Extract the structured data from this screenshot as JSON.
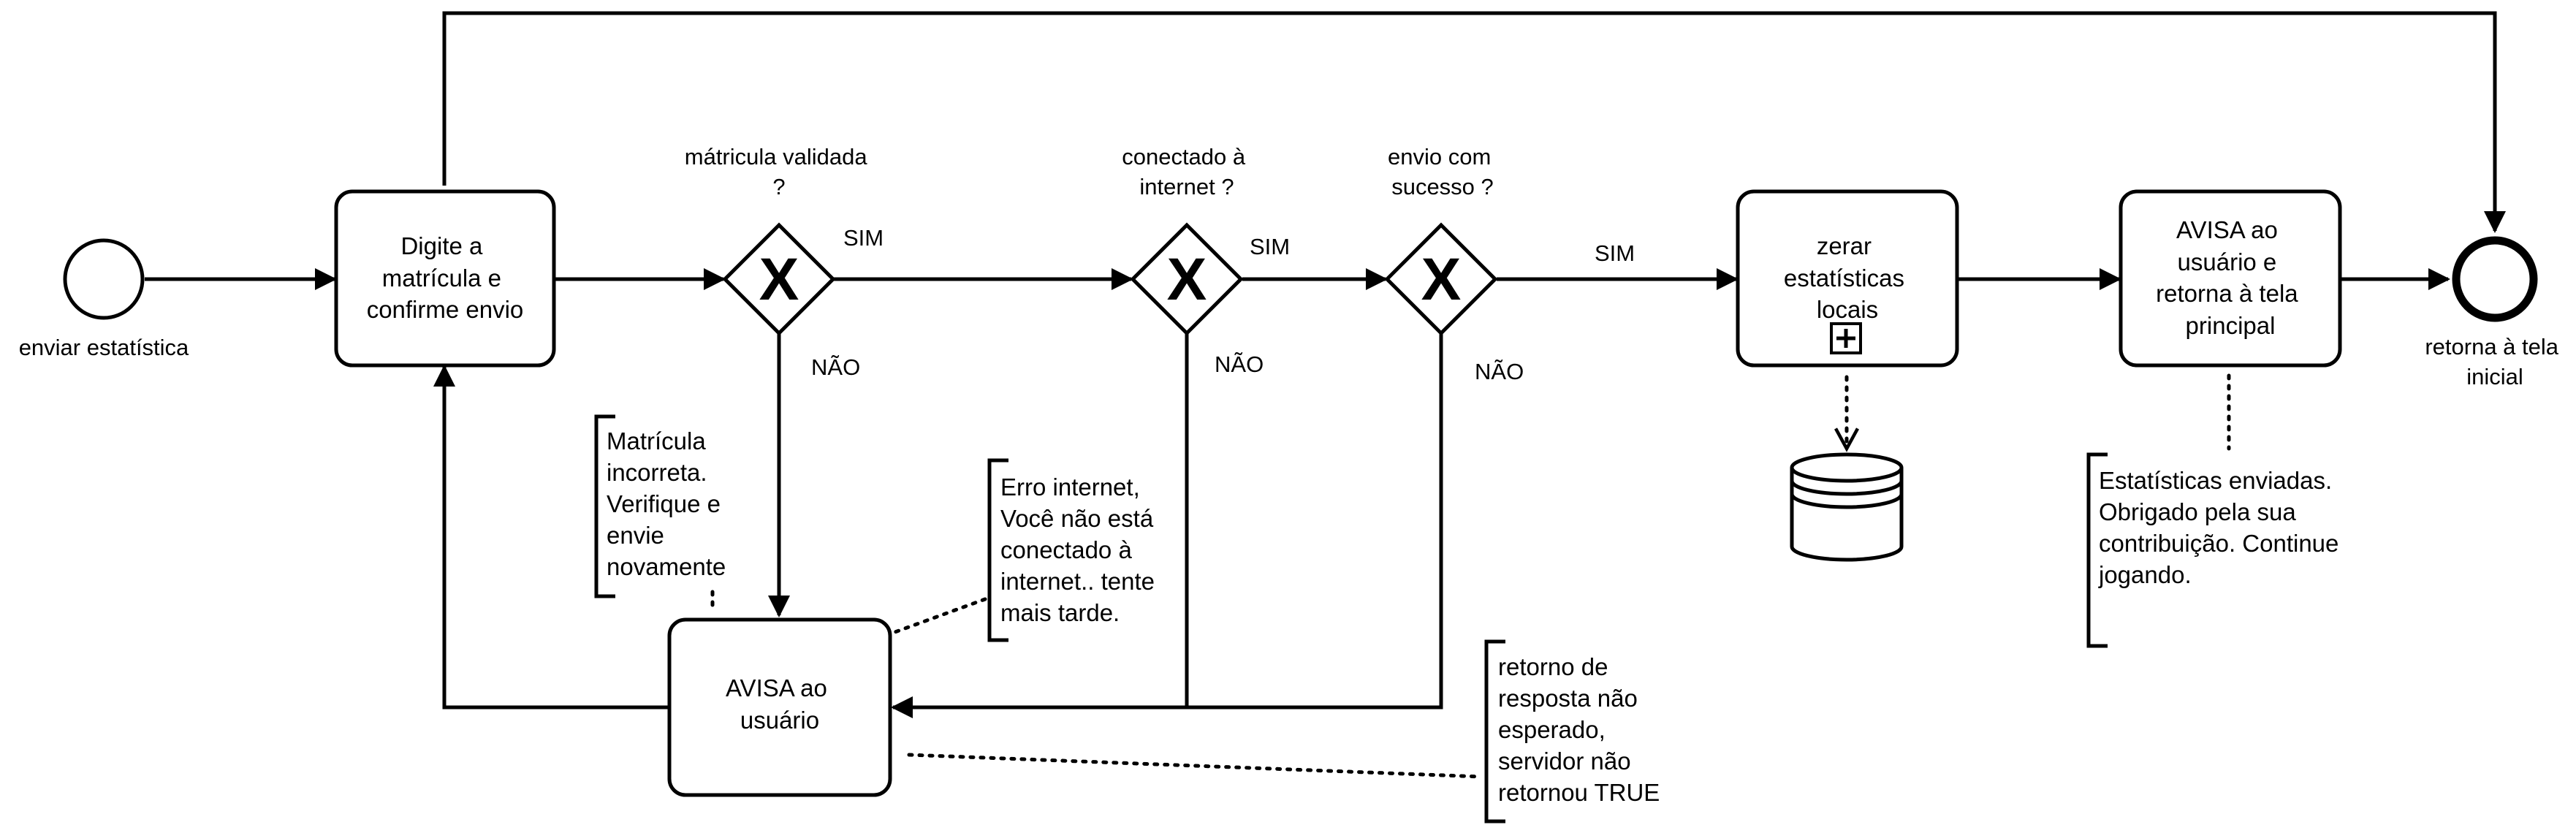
{
  "events": {
    "start_label": "enviar estatística",
    "end_label_lines": [
      "retorna à tela",
      "inicial"
    ]
  },
  "tasks": {
    "digite": [
      "Digite a",
      "matrícula e",
      "confirme envio"
    ],
    "zerar": [
      "zerar",
      "estatísticas",
      "locais"
    ],
    "avisa_final": [
      "AVISA ao",
      "usuário e",
      "retorna à tela",
      "principal"
    ],
    "avisa_erro": [
      "AVISA ao",
      "usuário"
    ]
  },
  "gateways": {
    "g1": {
      "label_lines": [
        "mátricula validada",
        "?"
      ],
      "yes": "SIM",
      "no": "NÃO"
    },
    "g2": {
      "label_lines": [
        "conectado à",
        "internet ?"
      ],
      "yes": "SIM",
      "no": "NÃO"
    },
    "g3": {
      "label_lines": [
        "envio com",
        "sucesso ?"
      ],
      "yes": "SIM",
      "no": "NÃO"
    }
  },
  "annotations": {
    "matricula": [
      "Matrícula",
      "incorreta.",
      "Verifique e",
      "envie",
      "novamente"
    ],
    "internet": [
      "Erro internet,",
      "Você não está",
      "conectado à",
      "internet.. tente",
      "mais tarde."
    ],
    "retorno": [
      "retorno de",
      "resposta não",
      "esperado,",
      "servidor não",
      "retornou TRUE"
    ],
    "sucesso": [
      "Estatísticas enviadas.",
      "Obrigado pela sua",
      "contribuição. Continue",
      "jogando."
    ]
  }
}
